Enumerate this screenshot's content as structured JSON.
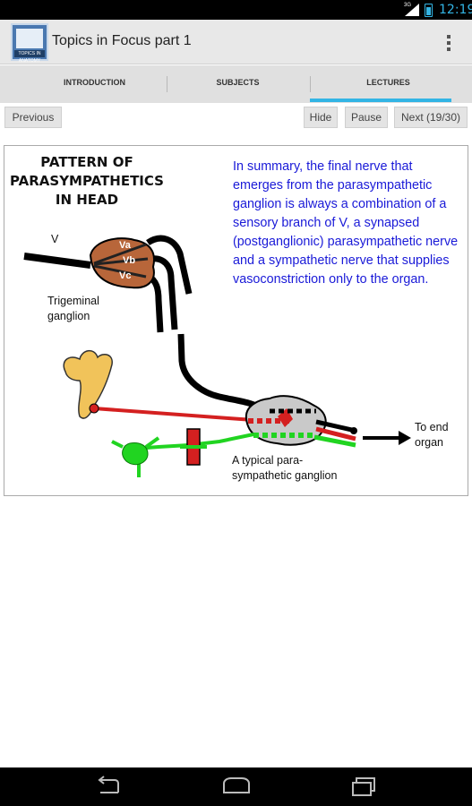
{
  "status_bar": {
    "time": "12:19",
    "network": "3G"
  },
  "app": {
    "title": "Topics in Focus part 1",
    "icon_text": "TOPICS IN ANATOMY"
  },
  "tabs": [
    {
      "label": "INTRODUCTION",
      "selected": false
    },
    {
      "label": "SUBJECTS",
      "selected": false
    },
    {
      "label": "LECTURES",
      "selected": true
    }
  ],
  "controls": {
    "previous": "Previous",
    "hide": "Hide",
    "pause": "Pause",
    "next": "Next (19/30)"
  },
  "slide": {
    "title": "PATTERN OF PARASYMPATHETICS IN HEAD",
    "title_lines": [
      "PATTERN OF",
      "PARASYMPATHETICS",
      "IN HEAD"
    ],
    "summary": "In summary, the final nerve that emerges from the parasympathetic ganglion is always a combination of a sensory branch of V, a synapsed (postganglionic) parasympathetic nerve and a sympathetic nerve that supplies vasoconstriction only to the organ.",
    "labels": {
      "v": "V",
      "va": "Va",
      "vb": "Vb",
      "vc": "Vc",
      "trigeminal": "Trigeminal ganglion",
      "trigeminal_lines": [
        "Trigeminal",
        "ganglion"
      ],
      "typical": "A typical para-sympathetic ganglion",
      "typical_lines": [
        "A typical para-",
        "sympathetic ganglion"
      ],
      "end_organ": "To end organ",
      "end_organ_lines": [
        "To end",
        "organ"
      ]
    }
  },
  "colors": {
    "accent": "#33b5e5",
    "summary_text": "#1a1ad8",
    "parasympathetic": "#d42020",
    "sympathetic": "#21d421",
    "sensory": "#000000",
    "ganglion_brown": "#b8663a",
    "brainstem_yellow": "#f1c35a"
  },
  "icons": {
    "overflow": "overflow-menu-icon",
    "back": "back-icon",
    "home": "home-icon",
    "recents": "recents-icon"
  }
}
